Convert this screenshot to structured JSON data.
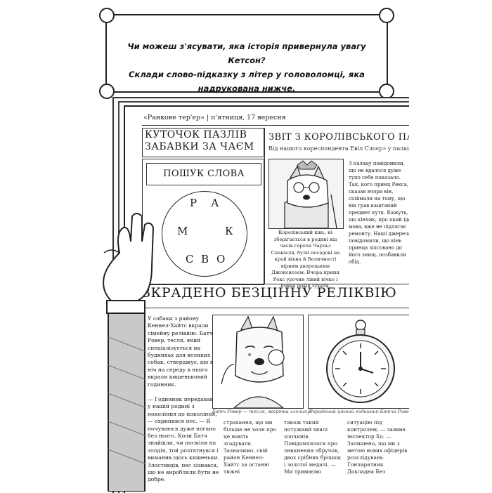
{
  "banner": {
    "line1": "Чи можеш з'ясувати, яка історія привернула увагу Кетсон?",
    "line2": "Склади слово-підказку з літер у головоломці, яка надрукована нижче."
  },
  "newspaper": {
    "dateline": "«Ранкове тер'ер» | п'ятниця, 17 вересня",
    "puzzle_corner": {
      "title_line1": "КУТОЧОК ПАЗЛІВ",
      "title_line2": "ЗАБАВКИ ЗА ЧАЄМ"
    },
    "word_search": {
      "title": "ПОШУК СЛОВА",
      "letters": [
        "Р",
        "А",
        "М",
        "К",
        "С",
        "В",
        "О"
      ]
    },
    "palace_report": {
      "title": "ЗВІТ З КОРОЛІВСЬКОГО ПАЛАЦУ",
      "byline": "Від нашого кореспондента Евіл Слоєр» у палаці",
      "photo_caption": "Королівський кінь, ні зберігається в родині від часів герола Чарльз Спанієля, були посадові на край вікна й Величності вірним дворецьким Джонсисеєм. Вчора принц Рекс урочин лівий вічко і повно років зухати.",
      "side_text": "З палацу повідомили, що не вдалося дуже тупо себе показало. Так, кого принц Рекса, сказав вчора він, спіймали на тому, що він грав каштаний предмет кутк. Кажуть, що кінчик, про який іде мова, вже не підлягає ремонту. Наші джерела повідомили, що кінь принца зіпсовано до його знищ. позбавили обід."
    },
    "stolen_story": {
      "headline": "ВКРАДЕНО БЕЗЦІННУ РЕЛІКВІЮ",
      "intro": "У собаки з району Кеннел-Хайтс вкрали сімейну реліквію. Батч Ровер, тесля, який спеціалізується на будинках для великих собак, стверджує, що в ніч на середу в нього вкрали кишеньковий годинник.",
      "quote": "— Годинник передавався у нашій родині з покоління до покоління, — охрипився пес. — Я почуваюся дуже погано без нього. Коли Батч знайшли, чи посміли на злодія, той розтягнувся і виманив щось кишеньки. Злостивців, пес зізнався, що не виробляли бути не добре.",
      "caption_left": "Батч Ровер — тесля, жертва злочину",
      "caption_right": "Вкрадений цінний годинник Батча Ровера",
      "col1": "страхання, що ми більше не хоче про це навіть згадувати. Зазначимо, свій район Кеннел-Хайтс за останні тижні",
      "col2": "також такий потужний хвилі злочинів. Повідомлялося про зникнення обручок, двох срібних брошок і золотої медалі. — Ми тримаємо",
      "col3": "ситуацію під контролем, — заявив інспектор Хо. — Залишено, що ми з метою нових офіцерів розслідувань. Гончарятник Докладна Без"
    }
  },
  "colors": {
    "ink": "#1a1a1a",
    "paper": "#ffffff",
    "sleeve": "#c9c9c9"
  }
}
